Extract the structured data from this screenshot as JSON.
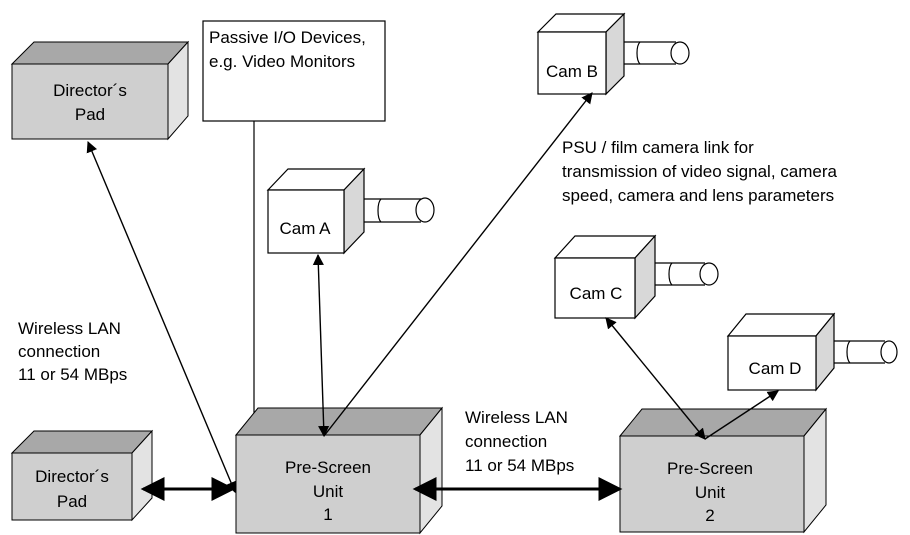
{
  "passive_box": {
    "line1": "Passive I/O Devices,",
    "line2": "e.g. Video Monitors"
  },
  "pads": [
    {
      "line1": "Director´s",
      "line2": "Pad"
    },
    {
      "line1": "Director´s",
      "line2": "Pad"
    }
  ],
  "cameras": [
    {
      "label": "Cam A"
    },
    {
      "label": "Cam B"
    },
    {
      "label": "Cam C"
    },
    {
      "label": "Cam D"
    }
  ],
  "units": [
    {
      "line1": "Pre-Screen",
      "line2": "Unit",
      "line3": "1"
    },
    {
      "line1": "Pre-Screen",
      "line2": "Unit",
      "line3": "2"
    }
  ],
  "psu_link_note": {
    "line1": "PSU / film camera link for",
    "line2": "transmission of video signal, camera",
    "line3": "speed, camera and lens parameters"
  },
  "wlan_left": {
    "line1": "Wireless LAN",
    "line2": "connection",
    "line3": "11 or 54 MBps"
  },
  "wlan_middle": {
    "line1": "Wireless LAN",
    "line2": "connection",
    "line3": "11 or 54 MBps"
  }
}
